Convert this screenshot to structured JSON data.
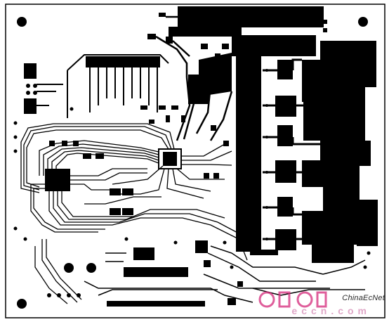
{
  "image": {
    "kind": "pcb-layout",
    "background_color": "#ffffff",
    "copper_color": "#000000"
  },
  "watermark": {
    "brand_text": "ChinaEcNet",
    "url_text": "eccn.com",
    "logo_color": "#d4287a",
    "url_color": "#e0a8c8"
  }
}
